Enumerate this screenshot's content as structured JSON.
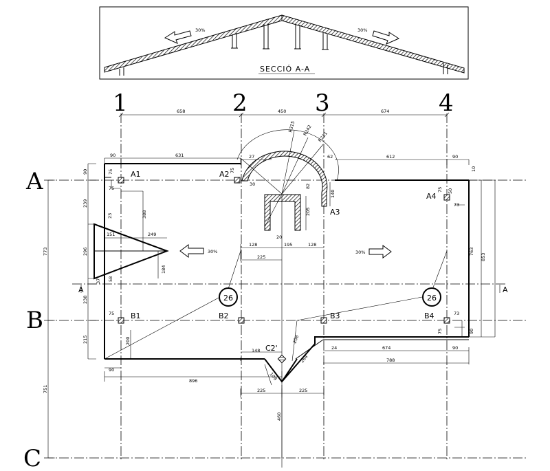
{
  "section": {
    "title": "SECCIÓ A-A",
    "slope_left": "30%",
    "slope_right": "30%"
  },
  "axes": {
    "columns": [
      "1",
      "2",
      "3",
      "4"
    ],
    "rows": [
      "A",
      "B",
      "C"
    ]
  },
  "top_dims": [
    "658",
    "450",
    "674"
  ],
  "radii": [
    "R315",
    "R242",
    "R211"
  ],
  "columns_marks": {
    "A1": "A1",
    "A2": "A2",
    "A3": "A3",
    "A4": "A4",
    "B1": "B1",
    "B2": "B2",
    "B3": "B3",
    "B4": "B4",
    "C2": "C2'"
  },
  "slopes": {
    "left": "30%",
    "right": "30%"
  },
  "section_mark": "A",
  "callouts": [
    "26",
    "26"
  ],
  "dims": {
    "d90a": "90",
    "d631": "631",
    "d27": "27",
    "d62": "62",
    "d612": "612",
    "d90b": "90",
    "d10": "10",
    "d90c": "90",
    "d75a": "75",
    "d75b": "75",
    "d30": "30",
    "d75c": "75",
    "d239": "239",
    "d23": "23",
    "d388": "388",
    "d151": "151",
    "d249": "249",
    "d296": "296",
    "d184": "184",
    "d37": "37",
    "d58": "58",
    "d238": "238",
    "d773": "773",
    "d82": "82",
    "d140": "140",
    "d205": "205",
    "d20": "20",
    "d128a": "128",
    "d195": "195",
    "d128b": "128",
    "d225a": "225",
    "d50": "50",
    "d73a": "73",
    "d763": "763",
    "d853": "853",
    "d75d": "75",
    "d73b": "73",
    "d75e": "75",
    "d90d": "90",
    "d200": "200",
    "d215": "215",
    "d148": "148",
    "d208": "208",
    "d24": "24",
    "d674": "674",
    "d90e": "90",
    "d788": "788",
    "d264": "264",
    "d109": "109",
    "d90f": "90",
    "d896": "896",
    "d225b": "225",
    "d225c": "225",
    "d751": "751",
    "d460": "460"
  }
}
